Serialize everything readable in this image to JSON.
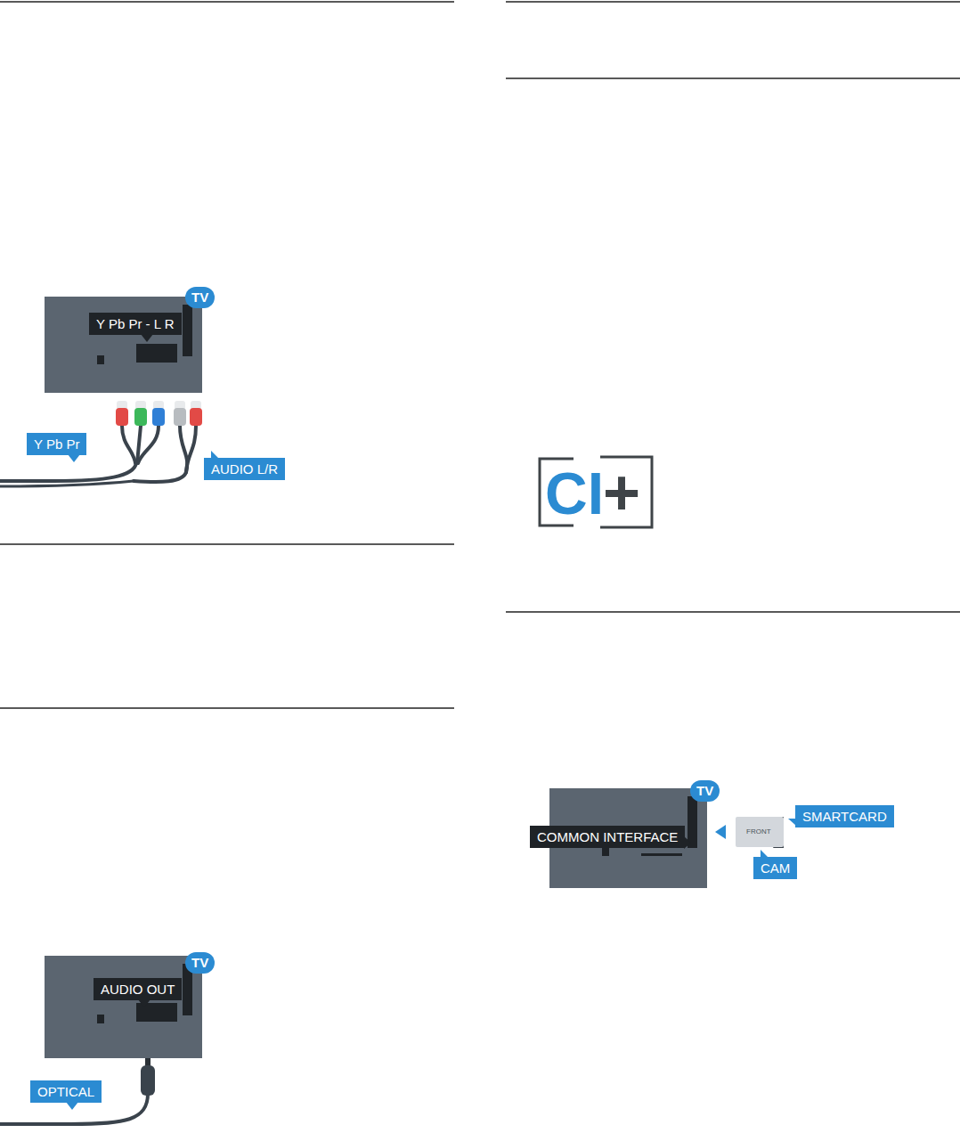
{
  "diagram": {
    "nodes": [
      {
        "text": [
          "TV"
        ]
      },
      {
        "text": [
          "Y Pb Pr - L R"
        ],
        "in": 0
      },
      {
        "text": [
          "Y Pb Pr"
        ]
      },
      {
        "text": [
          "AUDIO L/R"
        ]
      },
      {
        "text": [
          "TV"
        ]
      },
      {
        "text": [
          "AUDIO OUT"
        ],
        "in": 4
      },
      {
        "text": [
          "OPTICAL"
        ]
      },
      {
        "text": [
          "TV"
        ]
      },
      {
        "text": [
          "COMMON INTERFACE"
        ],
        "in": 7
      },
      {
        "text": [
          "FRONT"
        ]
      },
      {
        "text": [
          "SMARTCARD"
        ]
      },
      {
        "text": [
          "CAM"
        ]
      }
    ],
    "labels": [
      "CI",
      "+"
    ]
  }
}
